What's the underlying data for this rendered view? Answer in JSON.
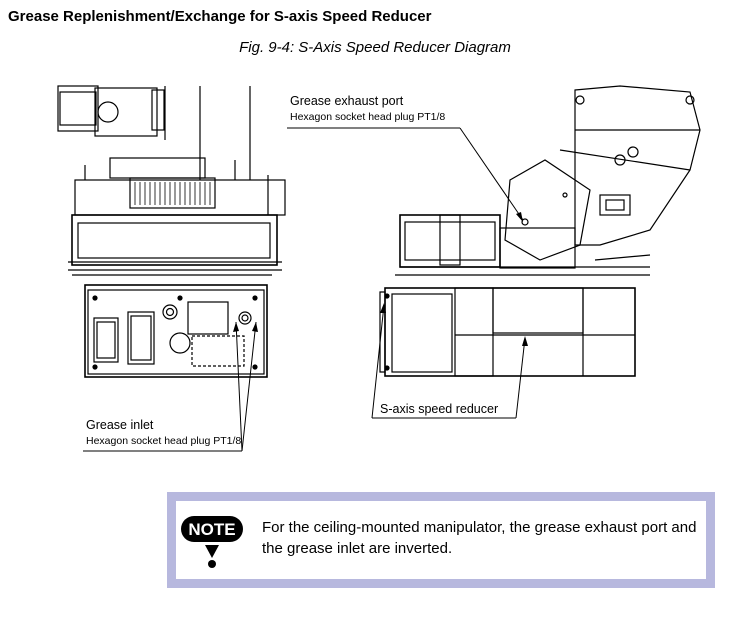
{
  "section_heading": "Grease Replenishment/Exchange for S-axis Speed Reducer",
  "figure_caption": "Fig. 9-4: S-Axis Speed Reducer Diagram",
  "callouts": {
    "exhaust_port": {
      "title": "Grease exhaust port",
      "detail": "Hexagon socket head plug PT1/8"
    },
    "inlet": {
      "title": "Grease inlet",
      "detail": "Hexagon socket head plug PT1/8"
    },
    "speed_reducer": {
      "title": "S-axis speed reducer"
    }
  },
  "note": {
    "icon_label": "NOTE",
    "text": "For the ceiling-mounted manipulator, the grease exhaust port and the grease inlet are inverted."
  },
  "colors": {
    "note_border": "#b7b8de",
    "line": "#000000"
  }
}
